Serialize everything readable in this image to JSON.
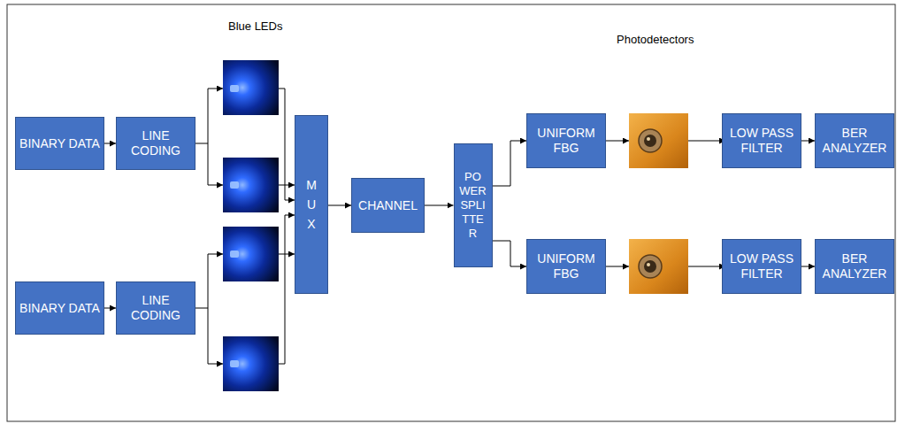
{
  "diagram": {
    "nodes": [
      {
        "text": [
          "BINARY DATA"
        ]
      },
      {
        "text": [
          "LINE CODING"
        ]
      },
      {
        "text": [
          "BINARY DATA"
        ]
      },
      {
        "text": [
          "LINE CODING"
        ]
      },
      {
        "text": [
          "M U X"
        ]
      },
      {
        "text": [
          "CHANNEL"
        ]
      },
      {
        "text": [
          "PO WER SPLI TTE R"
        ]
      },
      {
        "text": [
          "UNIFORM FBG"
        ]
      },
      {
        "text": [
          "LOW PASS FILTER"
        ]
      },
      {
        "text": [
          "BER ANALYZER"
        ]
      },
      {
        "text": [
          "UNIFORM FBG"
        ]
      },
      {
        "text": [
          "LOW PASS FILTER"
        ]
      },
      {
        "text": [
          "BER ANALYZER"
        ]
      }
    ],
    "edges": [
      {
        "from": 0,
        "to": 1,
        "arrow": "to"
      },
      {
        "from": 2,
        "to": 3,
        "arrow": "to"
      },
      {
        "from": 4,
        "to": 5,
        "arrow": "to"
      },
      {
        "from": 5,
        "to": 6,
        "arrow": "to"
      },
      {
        "from": 6,
        "to": 7,
        "arrow": "to"
      },
      {
        "from": 6,
        "to": 10,
        "arrow": "to"
      },
      {
        "from": 8,
        "to": 9,
        "arrow": "to"
      },
      {
        "from": 11,
        "to": 12,
        "arrow": "to"
      }
    ],
    "labels": [
      "Blue LEDs",
      "Photodetectors"
    ]
  }
}
